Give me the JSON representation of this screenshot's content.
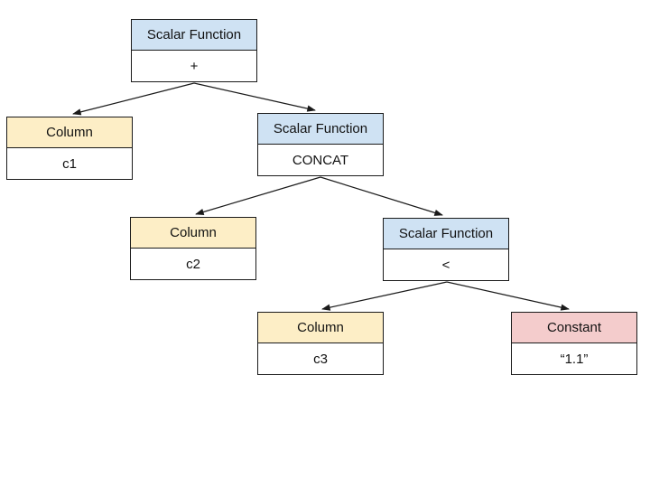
{
  "diagram": {
    "nodes": [
      {
        "type_label": "Scalar Function",
        "value": "+"
      },
      {
        "type_label": "Column",
        "value": "c1"
      },
      {
        "type_label": "Scalar Function",
        "value": "CONCAT"
      },
      {
        "type_label": "Column",
        "value": "c2"
      },
      {
        "type_label": "Scalar Function",
        "value": "<"
      },
      {
        "type_label": "Column",
        "value": "c3"
      },
      {
        "type_label": "Constant",
        "value": "“1.1”"
      }
    ],
    "edges": [
      {
        "from": 0,
        "to": 1
      },
      {
        "from": 0,
        "to": 2
      },
      {
        "from": 2,
        "to": 3
      },
      {
        "from": 2,
        "to": 4
      },
      {
        "from": 4,
        "to": 5
      },
      {
        "from": 4,
        "to": 6
      }
    ],
    "colors": {
      "scalar_function_header": "#cfe2f3",
      "column_header": "#fdeec6",
      "constant_header": "#f4cccc",
      "node_body": "#ffffff",
      "border": "#1a1a1a",
      "edge": "#1a1a1a",
      "background": "#ffffff"
    }
  }
}
